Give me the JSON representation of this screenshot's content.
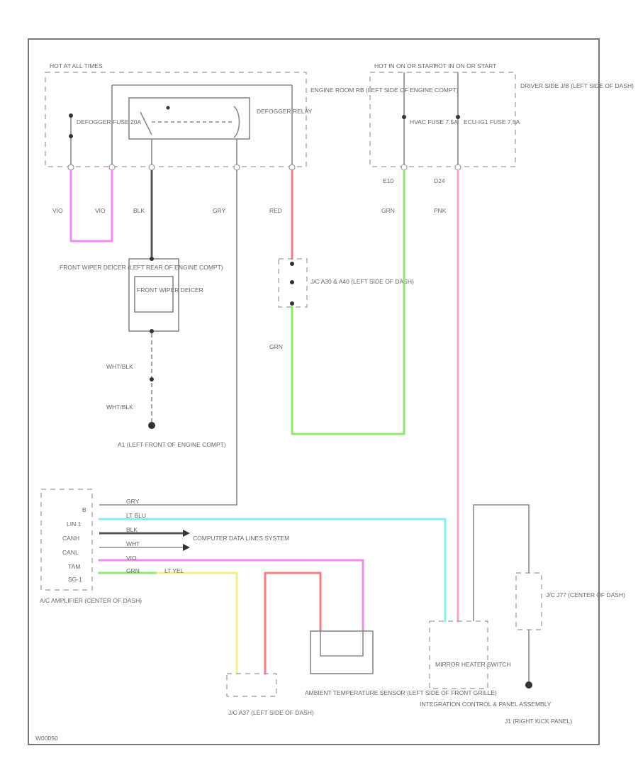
{
  "colors": {
    "magenta": "#f08af5",
    "red": "#f28080",
    "green": "#8ee86a",
    "pink": "#f5a5bd",
    "cyan": "#86eef0",
    "yellow": "#f3f08a",
    "gray": "#8a8a8a"
  },
  "labels": {
    "hot_at_all_times": "HOT AT ALL TIMES",
    "defogger_fuse": "DEFOGGER FUSE 20A",
    "defogger_relay": "DEFOGGER RELAY",
    "engine_room_rb": "ENGINE ROOM RB (LEFT SIDE OF ENGINE COMPT)",
    "hot_in_on_or_start": "HOT IN ON OR START",
    "hot_in_on": "HOT IN ON OR START",
    "hvac_fuse": "HVAC FUSE 7.5A",
    "ecu_ig1_fuse": "ECU-IG1 FUSE 7.5A",
    "driver_side_jb": "DRIVER SIDE J/B (LEFT SIDE OF DASH)",
    "front_wiper_deicer": "FRONT WIPER DEICER (LEFT REAR OF ENGINE COMPT)",
    "front_wiper_deicer_box": "FRONT WIPER DEICER",
    "jc_top": "J/C A30 & A40 (LEFT SIDE OF DASH)",
    "a1_ground": "A1 (LEFT FRONT OF ENGINE COMPT)",
    "ac_amplifier": "A/C AMPLIFIER (CENTER OF DASH)",
    "computer_data_lines": "COMPUTER DATA LINES SYSTEM",
    "jc_a37": "J/C A37 (LEFT SIDE OF DASH)",
    "ambient_sensor": "AMBIENT TEMPERATURE SENSOR (LEFT SIDE OF FRONT GRILLE)",
    "mirror_heater_switch": "MIRROR HEATER SWITCH",
    "integration_panel": "INTEGRATION CONTROL & PANEL ASSEMBLY",
    "jc_j77": "J/C J77 (CENTER OF DASH)",
    "j1_ground": "J1 (RIGHT KICK PANEL)"
  },
  "wires": {
    "w1": "VIO",
    "w2": "VIO",
    "w3": "BLK",
    "w4": "GRY",
    "w5": "RED",
    "w6": "GRN",
    "w7": "PNK",
    "w8": "GRN",
    "w9": "WHT/BLK",
    "w10": "WHT/BLK",
    "amp_gry": "GRY",
    "amp_ltblu": "LT BLU",
    "amp_blk": "BLK",
    "amp_wht": "WHT",
    "amp_vio": "VIO",
    "amp_grn_yel": "GRN",
    "amp_ltyel": "LT YEL"
  },
  "pins": {
    "amp_b": "B",
    "amp_lin1": "LIN 1",
    "amp_canh": "CANH",
    "amp_canl": "CANL",
    "amp_tam": "TAM",
    "amp_sg": "SG-1",
    "fuse_e10": "E10",
    "fuse_d24": "D24"
  },
  "footer": {
    "code": "W00050"
  }
}
